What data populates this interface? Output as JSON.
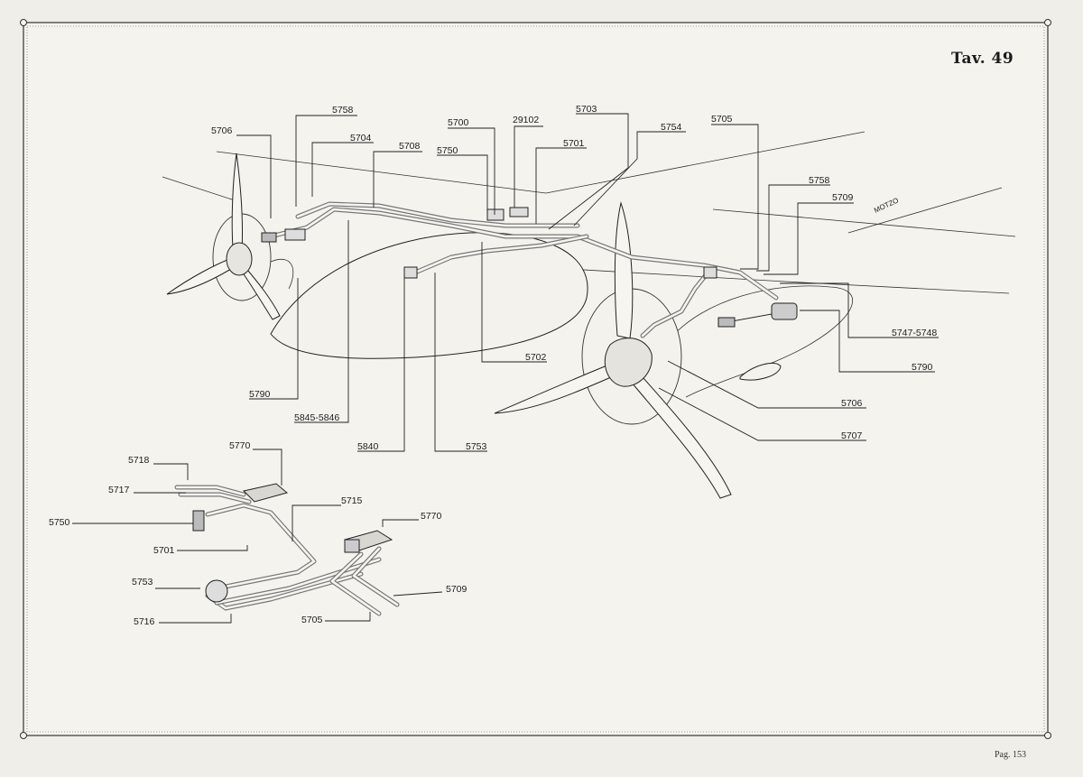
{
  "header": {
    "title": "Tav. 49"
  },
  "footer": {
    "page": "Pag. 153"
  },
  "diagram": {
    "wing_stencil": "MOTZO",
    "upper_labels": [
      "5758",
      "5706",
      "5704",
      "5708",
      "5700",
      "29102",
      "5750",
      "5703",
      "5754",
      "5701",
      "5705",
      "5758",
      "5709"
    ],
    "right_labels": [
      "5747-5748",
      "5790",
      "5706",
      "5707"
    ],
    "lower_labels": [
      "5702",
      "5790",
      "5845-5846",
      "5840",
      "5753"
    ],
    "detail_labels": [
      "5718",
      "5770",
      "5717",
      "5715",
      "5750",
      "5770",
      "5701",
      "5753",
      "5709",
      "5716",
      "5705"
    ]
  }
}
